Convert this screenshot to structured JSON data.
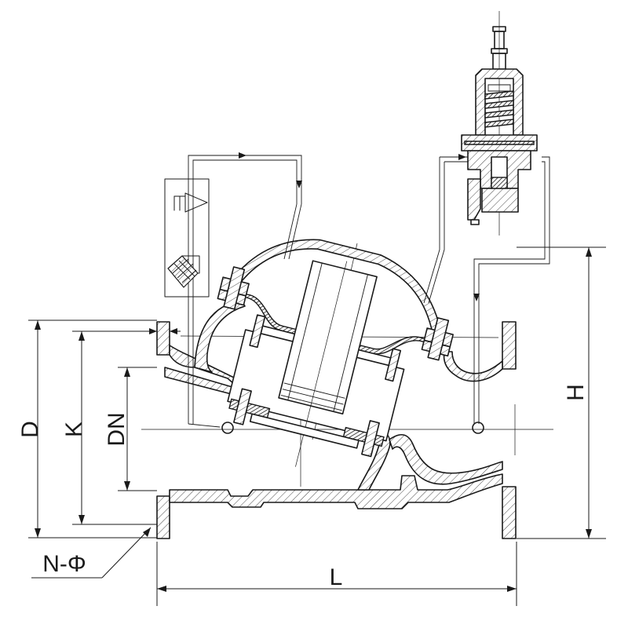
{
  "labels": {
    "D": "D",
    "K": "K",
    "DN": "DN",
    "N": "N-Φ",
    "L": "L",
    "H": "H"
  },
  "colors": {
    "line": "#1a1a1a",
    "background": "#ffffff"
  }
}
